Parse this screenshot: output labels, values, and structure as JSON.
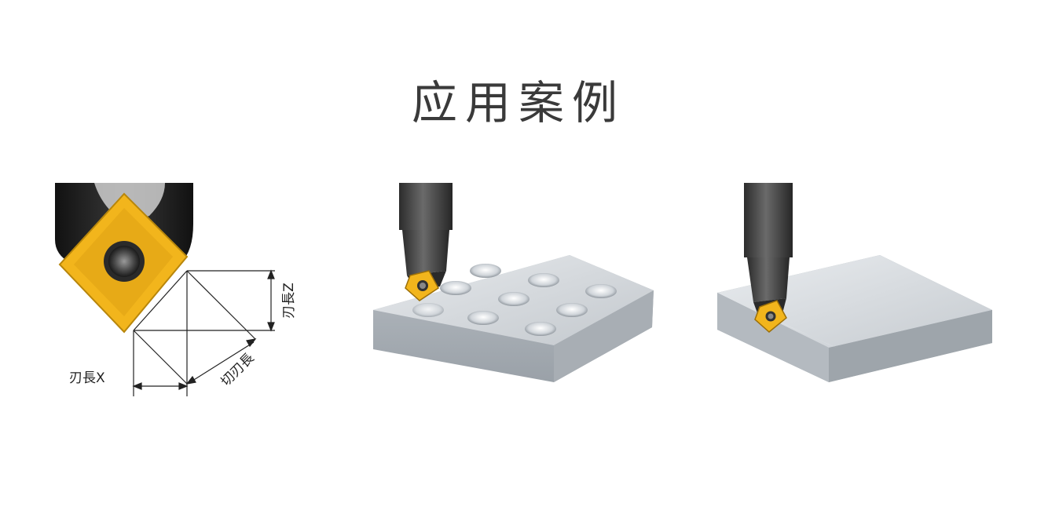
{
  "header": {
    "title": "应用案例"
  },
  "diagram": {
    "label_edge_z": "刃長Z",
    "label_edge_x": "刃長X",
    "label_cutting_edge": "切刃長"
  },
  "colors": {
    "insert_gold": "#F2B51C",
    "holder_dark": "#1c1c1c",
    "workpiece_gray": "#c9ced3"
  }
}
